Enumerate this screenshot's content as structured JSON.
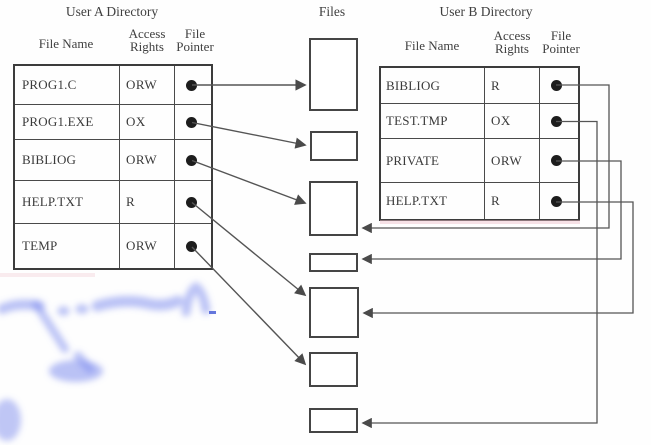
{
  "titles": {
    "user_a": "User A Directory",
    "files": "Files",
    "user_b": "User B Directory"
  },
  "headers": {
    "file_name": "File Name",
    "access_rights": "Access\nRights",
    "file_pointer": "File\nPointer"
  },
  "user_a": {
    "rows": [
      {
        "name": "PROG1.C",
        "rights": "ORW"
      },
      {
        "name": "PROG1.EXE",
        "rights": "OX"
      },
      {
        "name": "BIBLIOG",
        "rights": "ORW"
      },
      {
        "name": "HELP.TXT",
        "rights": "R"
      },
      {
        "name": "TEMP",
        "rights": "ORW"
      }
    ]
  },
  "user_b": {
    "rows": [
      {
        "name": "BIBLIOG",
        "rights": "R"
      },
      {
        "name": "TEST.TMP",
        "rights": "OX"
      },
      {
        "name": "PRIVATE",
        "rights": "ORW"
      },
      {
        "name": "HELP.TXT",
        "rights": "R"
      }
    ]
  },
  "files": {
    "label": "Files",
    "box_count": 7
  },
  "connections": {
    "user_a": [
      {
        "from": "PROG1.C",
        "to": "file-box-1"
      },
      {
        "from": "PROG1.EXE",
        "to": "file-box-2"
      },
      {
        "from": "BIBLIOG",
        "to": "file-box-3"
      },
      {
        "from": "HELP.TXT",
        "to": "file-box-5"
      },
      {
        "from": "TEMP",
        "to": "file-box-6"
      }
    ],
    "user_b": [
      {
        "from": "BIBLIOG",
        "to": "file-box-3"
      },
      {
        "from": "TEST.TMP",
        "to": "file-box-7"
      },
      {
        "from": "PRIVATE",
        "to": "file-box-4"
      },
      {
        "from": "HELP.TXT",
        "to": "file-box-5"
      }
    ]
  },
  "annotation": {
    "type": "handwritten-smudge",
    "legible": false,
    "color": "#8290ee"
  },
  "colors": {
    "line": "#555555",
    "table_border": "#3c3c3c",
    "text": "#3a3a3a",
    "pointer_dot": "#1d1d1d",
    "scribble_blue": "#8290ee",
    "highlight_pink": "#eebfca"
  }
}
